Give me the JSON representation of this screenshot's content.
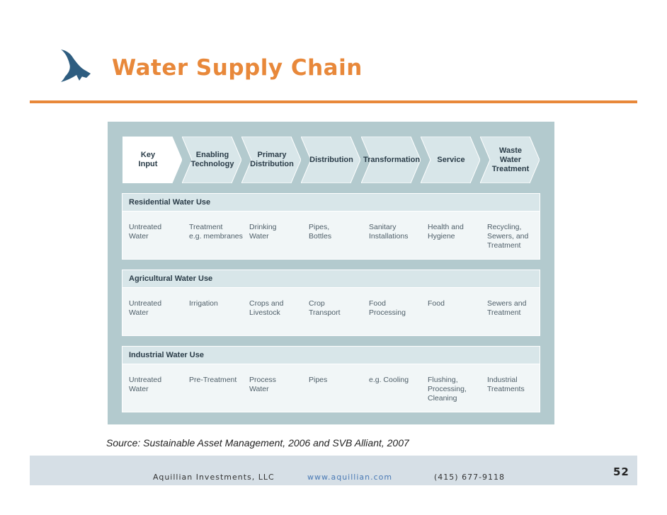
{
  "header": {
    "title": "Water Supply Chain",
    "logo_icon": "bird-logo-icon",
    "accent_color": "#e8883a"
  },
  "chain": {
    "stages": [
      "Key\nInput",
      "Enabling\nTechnology",
      "Primary\nDistribution",
      "Distribution",
      "Transformation",
      "Service",
      "Waste Water\nTreatment"
    ]
  },
  "sections": [
    {
      "title": "Residential Water Use",
      "cells": [
        "Untreated\nWater",
        "Treatment\ne.g. membranes",
        "Drinking\nWater",
        "Pipes,\nBottles",
        "Sanitary\nInstallations",
        "Health and\nHygiene",
        "Recycling,\nSewers, and\nTreatment"
      ]
    },
    {
      "title": "Agricultural Water Use",
      "cells": [
        "Untreated\nWater",
        "Irrigation",
        "Crops and\nLivestock",
        "Crop\nTransport",
        "Food\nProcessing",
        "Food",
        "Sewers and\nTreatment"
      ]
    },
    {
      "title": "Industrial Water Use",
      "cells": [
        "Untreated\nWater",
        "Pre-Treatment",
        "Process\nWater",
        "Pipes",
        "e.g. Cooling",
        "Flushing,\nProcessing,\nCleaning",
        "Industrial\nTreatments"
      ]
    }
  ],
  "source": "Source: Sustainable Asset Management, 2006 and SVB Alliant, 2007",
  "footer": {
    "company": "Aquillian Investments, LLC",
    "website": "www.aquillian.com",
    "phone": "(415) 677-9118",
    "page_number": "52",
    "link_color": "#4a7ab5"
  }
}
